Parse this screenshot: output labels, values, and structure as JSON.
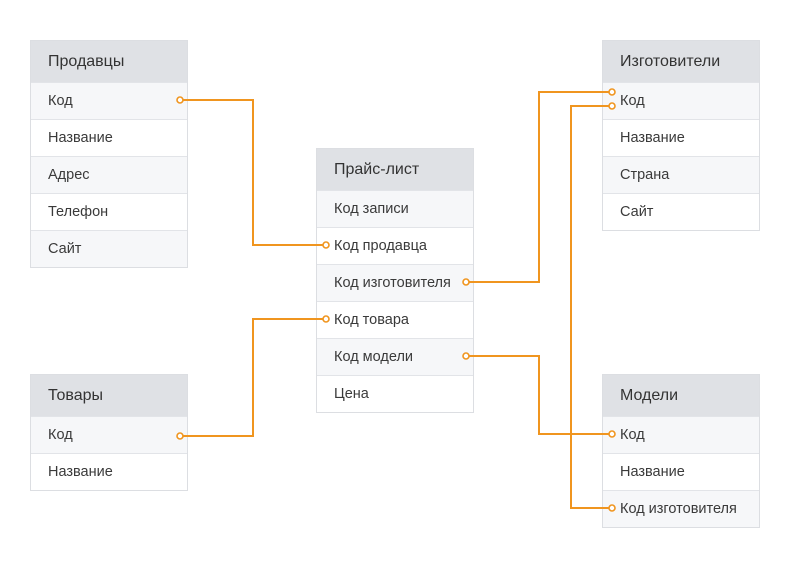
{
  "colors": {
    "connector": "#f0951f",
    "header_bg": "#dfe1e5",
    "border": "#dcdee2",
    "row_alt_bg": "#f6f7f9"
  },
  "tables": {
    "sellers": {
      "title": "Продавцы",
      "fields": [
        "Код",
        "Название",
        "Адрес",
        "Телефон",
        "Сайт"
      ]
    },
    "goods": {
      "title": "Товары",
      "fields": [
        "Код",
        "Название"
      ]
    },
    "pricelist": {
      "title": "Прайс-лист",
      "fields": [
        "Код записи",
        "Код продавца",
        "Код изготовителя",
        "Код товара",
        "Код модели",
        "Цена"
      ]
    },
    "manufacturers": {
      "title": "Изготовители",
      "fields": [
        "Код",
        "Название",
        "Страна",
        "Сайт"
      ]
    },
    "models": {
      "title": "Модели",
      "fields": [
        "Код",
        "Название",
        "Код изготовителя"
      ]
    }
  }
}
